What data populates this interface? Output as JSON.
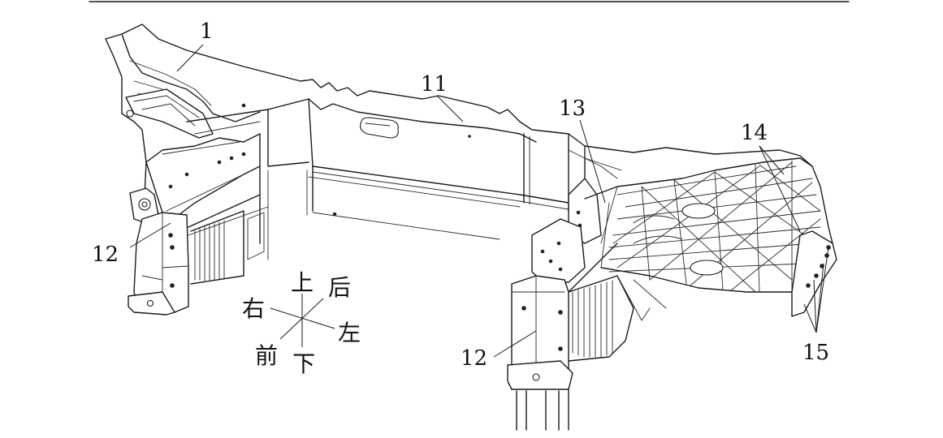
{
  "callouts": {
    "c1": "1",
    "c11": "11",
    "c12_left": "12",
    "c12_right": "12",
    "c13": "13",
    "c14": "14",
    "c15": "15"
  },
  "orientation": {
    "up": "上",
    "back": "后",
    "right": "右",
    "left": "左",
    "front": "前",
    "down": "下"
  }
}
